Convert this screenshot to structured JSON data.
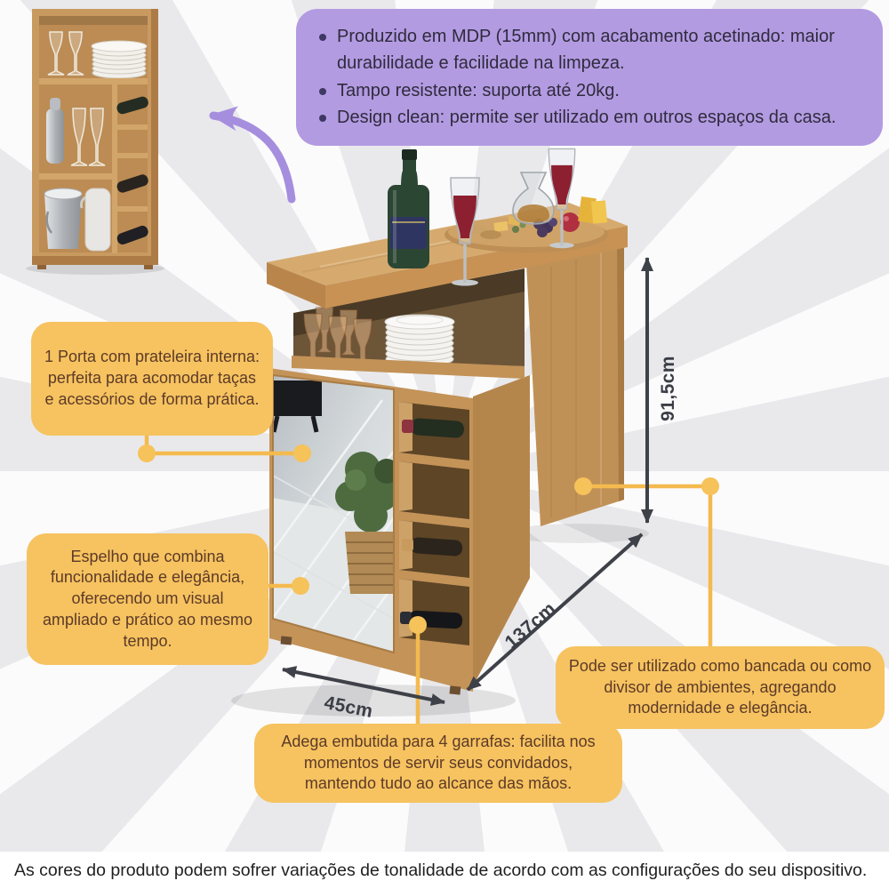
{
  "info_box": {
    "bullets": [
      "Produzido em MDP (15mm) com acabamento acetinado: maior durabilidade e facilidade na limpeza.",
      "Tampo resistente: suporta até 20kg.",
      "Design clean: permite ser utilizado em outros espaços da casa."
    ],
    "bg_color": "#b39be2"
  },
  "callouts": {
    "door": "1 Porta com prateleira interna: perfeita para acomodar taças e acessórios de forma prática.",
    "mirror": "Espelho que combina funcionalidade e elegância, oferecendo um visual ampliado e prático ao mesmo tempo.",
    "bench": "Pode ser utilizado como bancada ou como divisor de ambientes, agregando modernidade e elegância.",
    "wine_rack": "Adega embutida para 4 garrafas: facilita nos momentos de servir seus convidados, mantendo tudo ao alcance das mãos.",
    "bg_color": "#f6c360",
    "text_color": "#5d3a28",
    "connector_color": "#f4ba4e"
  },
  "dimensions": {
    "height": "91,5cm",
    "length": "137cm",
    "depth": "45cm",
    "arrow_color": "#3e4148"
  },
  "icons": {
    "curved_arrow": "curved-arrow-icon",
    "arrow_color": "#a68ede"
  },
  "footer": {
    "disclaimer": "As cores do produto podem sofrer variações de tonalidade de acordo com as configurações do seu dispositivo."
  }
}
